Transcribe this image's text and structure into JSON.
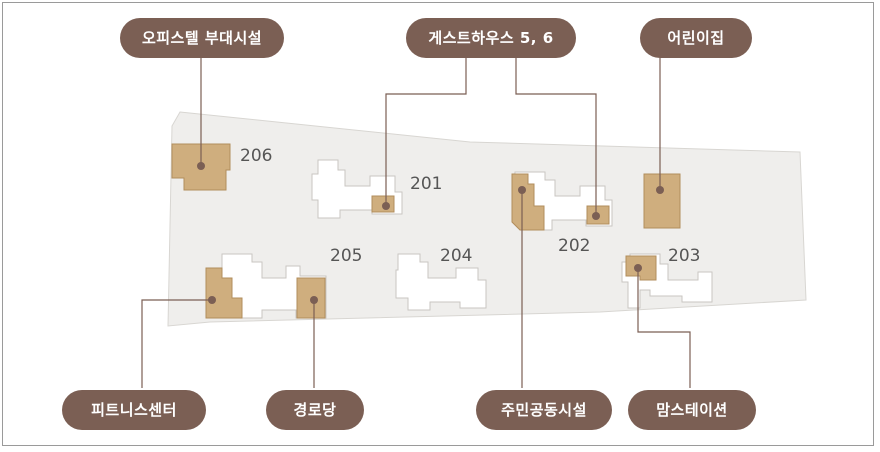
{
  "title_labels": {
    "officetel": "오피스텔 부대시설",
    "guesthouse": "게스트하우스 5, 6",
    "daycare": "어린이집",
    "fitness": "피트니스센터",
    "senior": "경로당",
    "community": "주민공동시설",
    "mom": "맘스테이션"
  },
  "buildings": {
    "b206": "206",
    "b201": "201",
    "b205": "205",
    "b204": "204",
    "b202": "202",
    "b203": "203"
  },
  "colors": {
    "pill_bg": "#7b5f54",
    "facility_fill": "#cfae7e",
    "site_fill": "#efeeec",
    "line": "#7b5f54"
  }
}
